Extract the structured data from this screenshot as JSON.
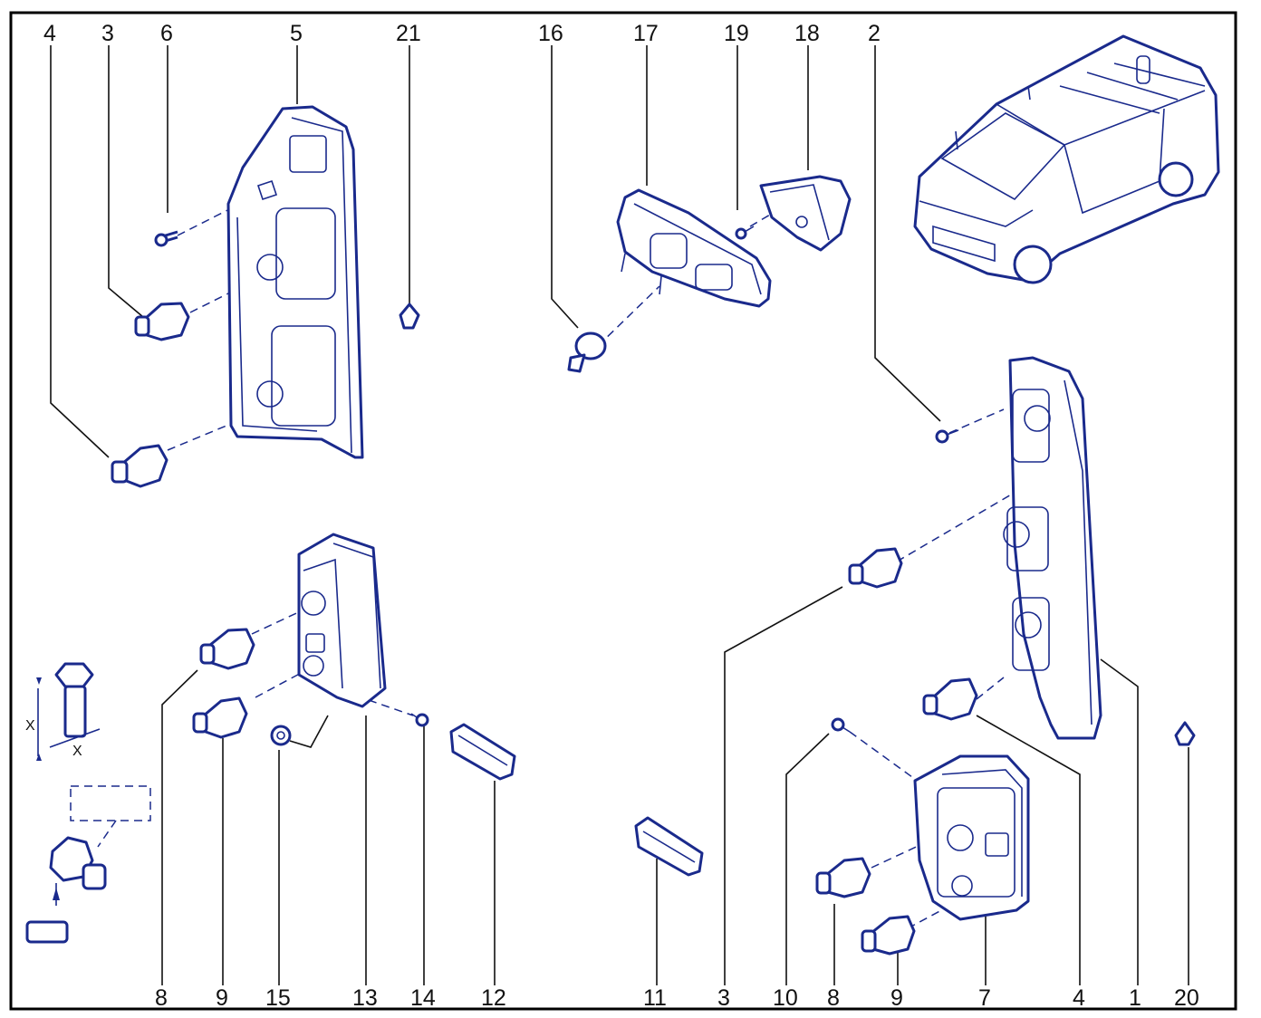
{
  "colors": {
    "line_art": "#1a2a8c",
    "labels": "#111111",
    "background": "#ffffff"
  },
  "callouts": {
    "c4_top": "4",
    "c3_top": "3",
    "c6": "6",
    "c5": "5",
    "c21": "21",
    "c16": "16",
    "c17": "17",
    "c19": "19",
    "c18": "18",
    "c2": "2",
    "c8_bot_left": "8",
    "c9_bot_left": "9",
    "c15": "15",
    "c13": "13",
    "c14": "14",
    "c12": "12",
    "c11": "11",
    "c3_bot": "3",
    "c10": "10",
    "c8_bot_right": "8",
    "c9_bot_right": "9",
    "c7": "7",
    "c4_bot": "4",
    "c1": "1",
    "c20": "20"
  },
  "inset": {
    "dimension_x_left": "X",
    "dimension_x_bottom": "X"
  }
}
